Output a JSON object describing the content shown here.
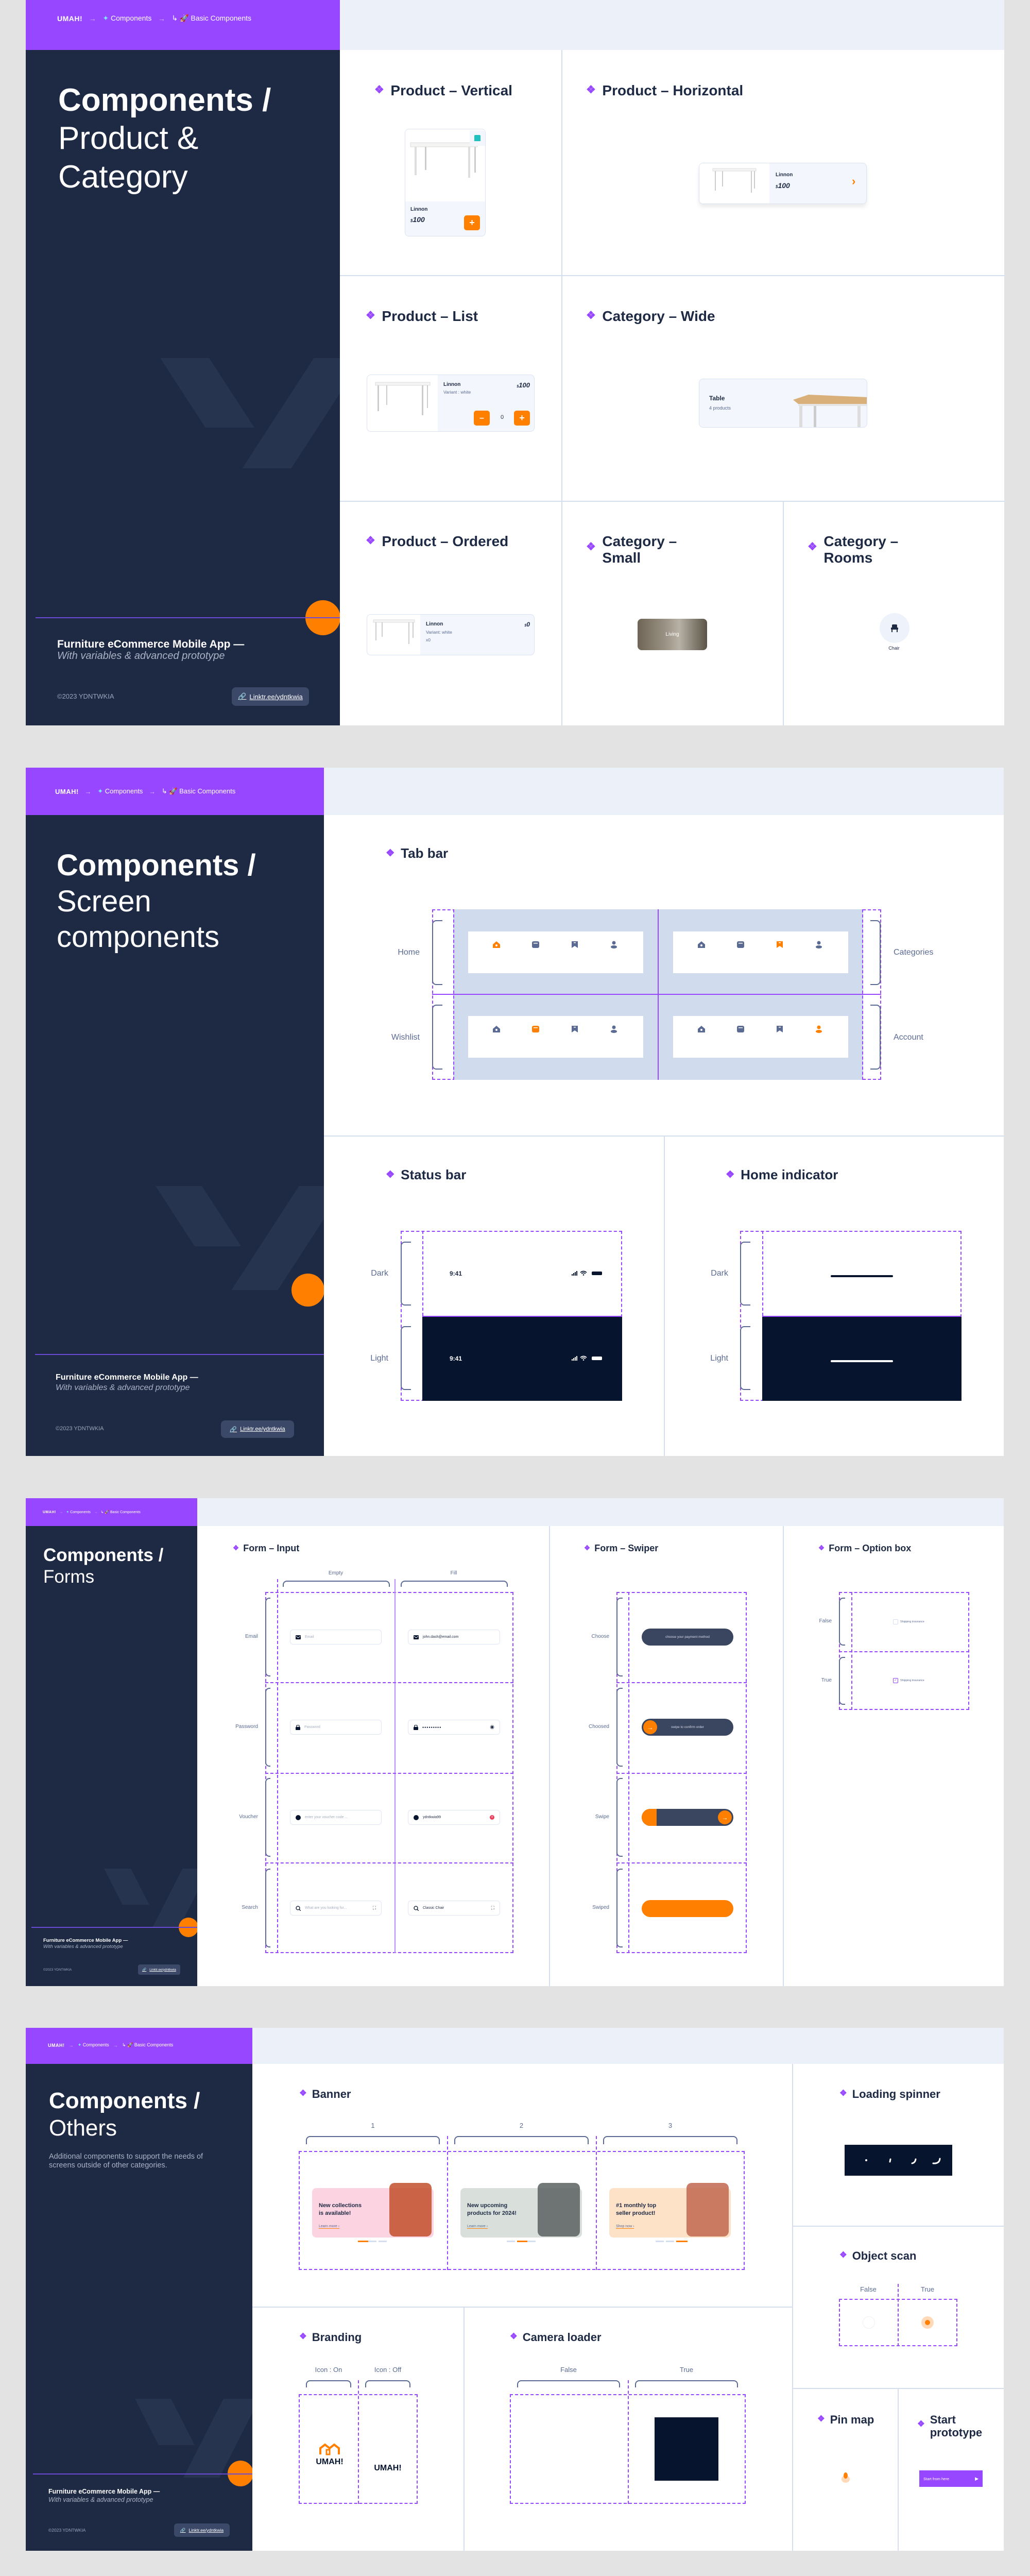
{
  "breadcrumb": {
    "brand": "UMAH!",
    "arrow": "→",
    "components": "Components",
    "basic": "↳ 🚀 Basic Components"
  },
  "sidebar_common": {
    "app_title": "Furniture eCommerce Mobile App —",
    "app_subtitle": "With variables & advanced prototype",
    "copyright": "©2023 YDNTWKIA",
    "link": "Linktr.ee/ydntkwia"
  },
  "colors": {
    "accent": "#9747ff",
    "sidebar": "#1e2a44",
    "orange": "#ff7f00",
    "navy": "#06142e",
    "header_bg": "#ecf0f8"
  },
  "page1": {
    "title_bold": "Components /",
    "title_light": "Product & Category",
    "product_vertical": {
      "title": "Product – Vertical",
      "name": "Linnon",
      "currency": "$",
      "price": "100",
      "add": "+"
    },
    "product_horizontal": {
      "title": "Product – Horizontal",
      "name": "Linnon",
      "currency": "$",
      "price": "100",
      "chevron": "›"
    },
    "product_list": {
      "title": "Product – List",
      "name": "Linnon",
      "variant": "Variant : white",
      "currency": "$",
      "price": "100",
      "minus": "–",
      "qty": "0",
      "plus": "+"
    },
    "category_wide": {
      "title": "Category – Wide",
      "name": "Table",
      "count": "4 products"
    },
    "product_ordered": {
      "title": "Product – Ordered",
      "name": "Linnon",
      "variant": "Variant: white",
      "qty": "x0",
      "currency": "$",
      "price": "0"
    },
    "category_small": {
      "title": "Category – Small",
      "name": "Living"
    },
    "category_rooms": {
      "title": "Category – Rooms",
      "name": "Chair"
    }
  },
  "page2": {
    "title_bold": "Components /",
    "title_light": "Screen components",
    "tab_bar": {
      "title": "Tab bar",
      "variants": [
        {
          "label": "Home",
          "active": 0
        },
        {
          "label": "Categories",
          "active": 2
        },
        {
          "label": "Wishlist",
          "active": 1
        },
        {
          "label": "Account",
          "active": 3
        }
      ],
      "icons": [
        "home-icon",
        "categories-icon",
        "bookmark-icon",
        "user-icon"
      ]
    },
    "status_bar": {
      "title": "Status bar",
      "rows": [
        {
          "label": "Dark",
          "time": "9:41"
        },
        {
          "label": "Light",
          "time": "9:41"
        }
      ]
    },
    "home_indicator": {
      "title": "Home indicator",
      "rows": [
        {
          "label": "Dark"
        },
        {
          "label": "Light"
        }
      ]
    }
  },
  "page3": {
    "title_bold": "Components /",
    "title_light": "Forms",
    "form_input": {
      "title": "Form – Input",
      "columns": [
        "Empty",
        "Fill"
      ],
      "rows": [
        {
          "label": "Email",
          "placeholder": "Email",
          "value": "john.dash@email.com"
        },
        {
          "label": "Password",
          "placeholder": "Password",
          "value": "•••••••••"
        },
        {
          "label": "Voucher",
          "placeholder": "enter your voucher code ...",
          "value": "ydntkwia99"
        },
        {
          "label": "Search",
          "placeholder": "What are you looking for...",
          "value": "Classic Chair"
        }
      ]
    },
    "form_swiper": {
      "title": "Form – Swiper",
      "rows": [
        {
          "label": "Choose",
          "text": "choose your payment method"
        },
        {
          "label": "Choosed",
          "text": "swipe to confirm order"
        },
        {
          "label": "Swipe",
          "text": ""
        },
        {
          "label": "Swiped",
          "text": ""
        }
      ]
    },
    "form_option": {
      "title": "Form – Option box",
      "rows": [
        {
          "label": "False",
          "text": "Shipping insurance",
          "checked": false
        },
        {
          "label": "True",
          "text": "Shipping insurance",
          "checked": true
        }
      ]
    }
  },
  "page4": {
    "title_bold": "Components /",
    "title_light": "Others",
    "description": "Additional components to support the needs of screens outside of other categories.",
    "banner": {
      "title": "Banner",
      "items": [
        {
          "index": "1",
          "headline": "New collections",
          "headline2": "is available!",
          "cta": "Learn more",
          "bg": "#fcd3e0",
          "active_dot": 0
        },
        {
          "index": "2",
          "headline": "New upcoming",
          "headline2": "products for 2024!",
          "cta": "Learn more",
          "bg": "#d9e0dc",
          "active_dot": 1
        },
        {
          "index": "3",
          "headline": "#1 monthly top",
          "headline2": "seller product!",
          "cta": "Shop now",
          "bg": "#fde2c8",
          "active_dot": 2
        }
      ]
    },
    "loading_spinner": {
      "title": "Loading spinner"
    },
    "object_scan": {
      "title": "Object scan",
      "columns": [
        "False",
        "True"
      ]
    },
    "branding": {
      "title": "Branding",
      "columns": [
        "Icon : On",
        "Icon : Off"
      ],
      "logo": "UMAH!"
    },
    "camera_loader": {
      "title": "Camera loader",
      "columns": [
        "False",
        "True"
      ]
    },
    "pin_map": {
      "title": "Pin map"
    },
    "start_prototype": {
      "title": "Start prototype",
      "button": "Start from here"
    }
  }
}
